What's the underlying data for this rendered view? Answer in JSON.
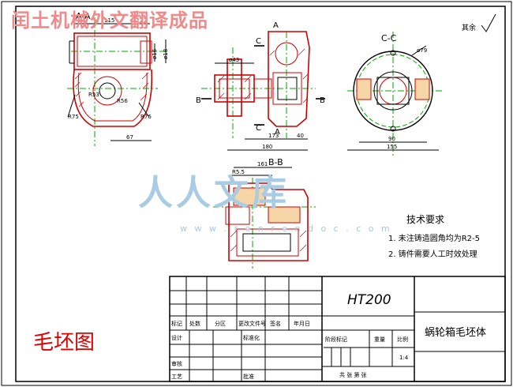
{
  "watermark_top": "闰土机械外文翻译成品",
  "watermark_logo": "人人文库",
  "watermark_url": "w w w . r e n r e n d o c . c o m",
  "blank_label": "毛坯图",
  "roughness_note": "其余",
  "views": {
    "section_aa": "A-A",
    "section_bb": "B-B",
    "section_cc": "C-C",
    "cut_c": "C",
    "cut_b": "B",
    "cut_a": "A"
  },
  "dims": {
    "aa_top": "115",
    "aa_h1": "ø16",
    "aa_h2": "ø18",
    "aa_r1": "R53",
    "aa_r2": "R56",
    "aa_r3": "R75",
    "aa_r4": "R76",
    "aa_bottom": "67",
    "front_top": "ø43",
    "front_bottom1": "173",
    "front_bottom2": "180",
    "front_right": "40",
    "cc_diag": "ø79",
    "cc_inner": "90",
    "cc_bottom": "155",
    "bb_top1": "R5.5",
    "bb_top2": "161"
  },
  "technical_requirements": {
    "title": "技术要求",
    "items": [
      "1. 未注铸造圆角均为R2-5",
      "2. 铸件需要人工时效处理"
    ]
  },
  "title_block": {
    "material": "HT200",
    "part_name": "蜗轮箱毛坯体",
    "row_labels": [
      "标记",
      "处数",
      "分区",
      "更改文件号",
      "签名",
      "年月日"
    ],
    "design": "设计",
    "standardize": "标准化",
    "stage_mark": "阶段标记",
    "weight": "重量",
    "scale": "比例",
    "scale_value": "1:4",
    "review": "审核",
    "process": "工艺",
    "approve": "批准",
    "sheets": "共   张   第   张"
  }
}
